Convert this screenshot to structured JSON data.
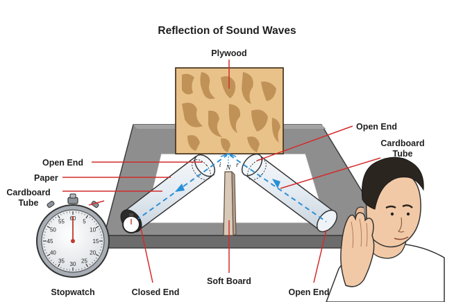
{
  "title": "Reflection of Sound Waves",
  "labels": {
    "plywood": "Plywood",
    "open_end_left": "Open End",
    "paper": "Paper",
    "cardboard_tube_left_1": "Cardboard",
    "cardboard_tube_left_2": "Tube",
    "open_end_right_top": "Open End",
    "cardboard_tube_right_1": "Cardboard",
    "cardboard_tube_right_2": "Tube",
    "stopwatch": "Stopwatch",
    "closed_end": "Closed End",
    "soft_board": "Soft Board",
    "open_end_right_bottom": "Open End"
  },
  "angles": {
    "incidence": "i",
    "normal": "N",
    "reflection": "r"
  },
  "stopwatch_dial": [
    "60",
    "5",
    "10",
    "15",
    "20",
    "25",
    "30",
    "35",
    "40",
    "45",
    "50",
    "55"
  ],
  "colors": {
    "leader_line": "#d42a2a",
    "wave_path": "#2a8fd6",
    "table_top": "#8c8c8c",
    "table_side": "#6e6e6e",
    "plywood": "#e7bf86",
    "plywood_grain": "#b9884d",
    "tube": "#e6edf4"
  }
}
